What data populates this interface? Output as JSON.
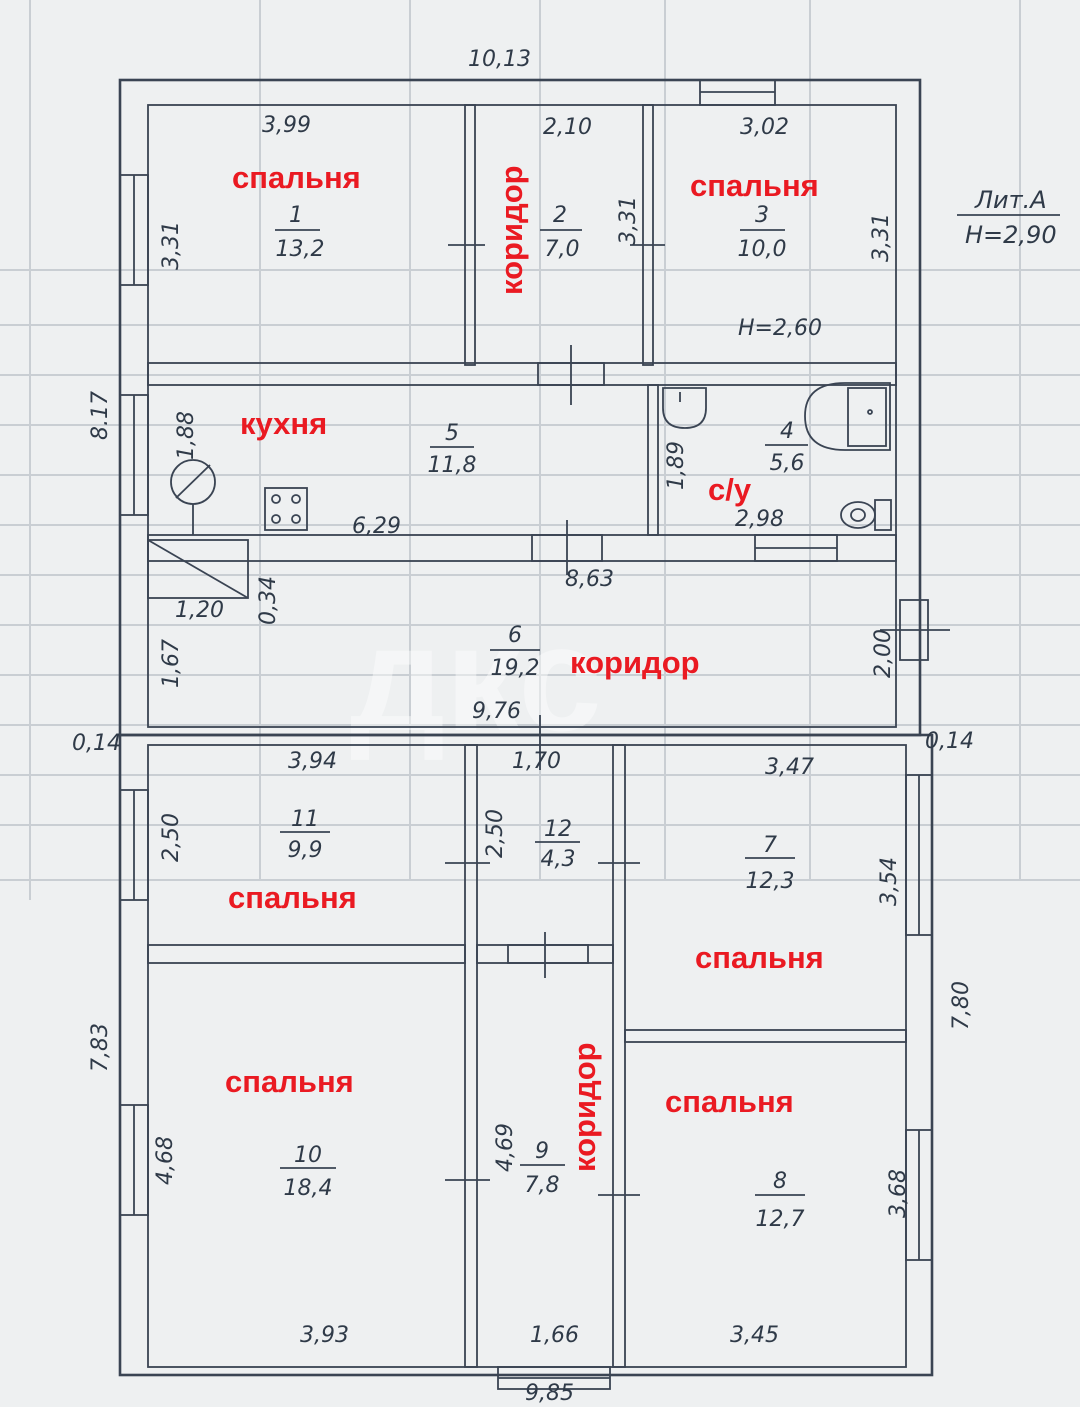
{
  "legend": {
    "lit": "Лит.А",
    "height": "Н=2,90"
  },
  "dimensions": {
    "top_total": "10,13",
    "bottom_total": "9,85",
    "left_upper": "8.17",
    "left_lower": "7,83",
    "right_lower": "7,80",
    "offset_left": "0,14",
    "offset_right": "0,14",
    "r1_width": "3,99",
    "r1_height": "3,31",
    "r2_width": "2,10",
    "r2_height": "3,31",
    "r3_width": "3,02",
    "r3_height": "3,31",
    "r3_ceiling": "Н=2,60",
    "r5_height": "1,88",
    "r5_width": "6,29",
    "r5_partition": "1,89",
    "r4_width": "2,98",
    "r6_length_top": "8,63",
    "r6_height": "1,67",
    "r6_height_right": "2,00",
    "r6_length_bottom": "9,76",
    "closet_width": "1,20",
    "closet_depth": "0,34",
    "r11_width": "3,94",
    "r11_height": "2,50",
    "r12_width": "1,70",
    "r12_height": "2,50",
    "r7_width": "3,47",
    "r7_height": "3,54",
    "r10_height": "4,68",
    "r10_width": "3,93",
    "r9_height": "4,69",
    "r9_width": "1,66",
    "r8_height": "3,68",
    "r8_width": "3,45"
  },
  "rooms": [
    {
      "id": "1",
      "number": "1",
      "area": "13,2",
      "label": "спальня"
    },
    {
      "id": "2",
      "number": "2",
      "area": "7,0",
      "label": "коридор"
    },
    {
      "id": "3",
      "number": "3",
      "area": "10,0",
      "label": "спальня"
    },
    {
      "id": "4",
      "number": "4",
      "area": "5,6",
      "label": "с/у"
    },
    {
      "id": "5",
      "number": "5",
      "area": "11,8",
      "label": "кухня"
    },
    {
      "id": "6",
      "number": "6",
      "area": "19,2",
      "label": "коридор"
    },
    {
      "id": "7",
      "number": "7",
      "area": "12,3",
      "label": "спальня"
    },
    {
      "id": "8",
      "number": "8",
      "area": "12,7",
      "label": "спальня"
    },
    {
      "id": "9",
      "number": "9",
      "area": "7,8",
      "label": "коридор"
    },
    {
      "id": "10",
      "number": "10",
      "area": "18,4",
      "label": "спальня"
    },
    {
      "id": "11",
      "number": "11",
      "area": "9,9",
      "label": "спальня"
    },
    {
      "id": "12",
      "number": "12",
      "area": "4,3",
      "label": ""
    }
  ],
  "watermark": "дкс",
  "colors": {
    "room_label": "#ea1a22",
    "lines": "#3a4453",
    "paper": "#eef0f1"
  }
}
